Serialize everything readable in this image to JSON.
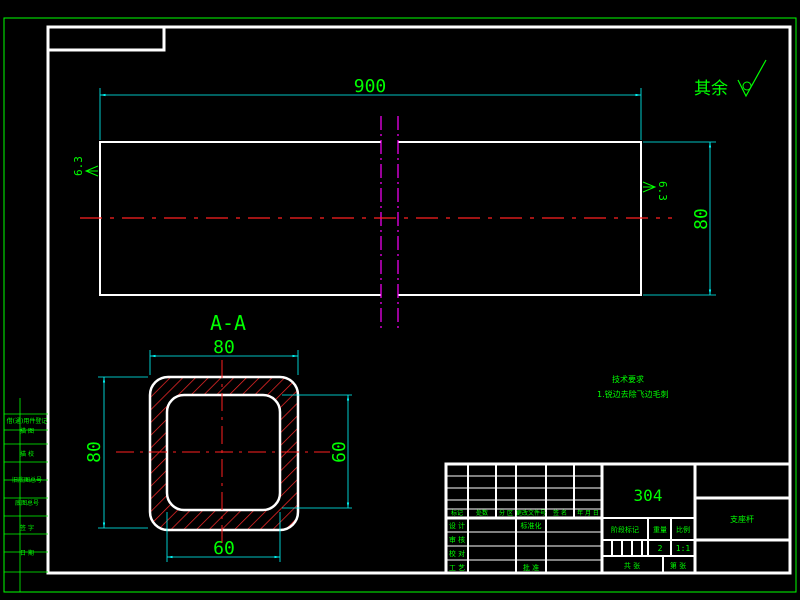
{
  "colors": {
    "background": "#000000",
    "outline": "#ffffff",
    "frame": "#00ff00",
    "dimension": "#00ffff",
    "centerline": "#ff2020",
    "cutting_plane": "#ff00ff",
    "text": "#00ff00",
    "text_white": "#ffffff",
    "hatch": "#ff2a2a"
  },
  "top_view": {
    "length_dim": "900",
    "height_dim": "80",
    "roughness_left": "6.3",
    "roughness_right": "6.3"
  },
  "general_roughness": {
    "label": "其余",
    "symbol_icon": "roughness-check-icon"
  },
  "section_view": {
    "title": "A-A",
    "outer_width": "80",
    "outer_height": "80",
    "inner_width": "60",
    "inner_height": "60"
  },
  "technical_requirements": {
    "title": "技术要求",
    "item_1": "1.锐边去除飞边毛刺"
  },
  "side_table": [
    "借(通)用件登记",
    "描 图",
    "描 校",
    "旧底图总号",
    "底图总号",
    "签 字",
    "日 期"
  ],
  "title_block": {
    "material": "304",
    "part_name": "支座杆",
    "row_labels": [
      "设 计",
      "审 核",
      "校 对",
      "工 艺"
    ],
    "header_labels": [
      "标记",
      "处数",
      "分 区",
      "更改文件号",
      "签 名",
      "年 月 日"
    ],
    "standardization": "标准化",
    "approval": "批 准",
    "stage_label": "阶段标记",
    "weight_label": "重量",
    "scale_label": "比例",
    "weight_value": "2",
    "scale_value": "1:1",
    "sheets_total": "共  张",
    "sheet_number": "第  张"
  }
}
